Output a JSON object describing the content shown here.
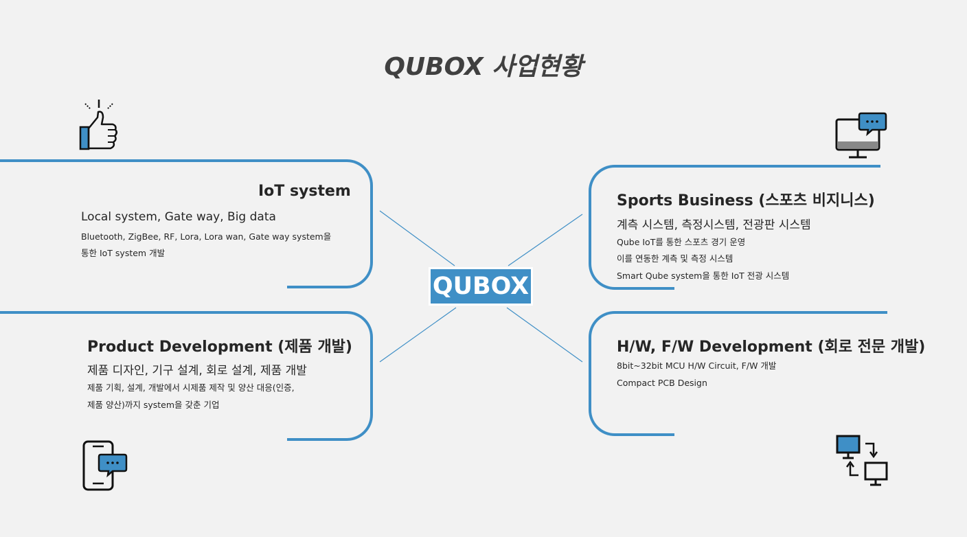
{
  "title": "QUBOX 사업현황",
  "center_label": "QUBOX",
  "iot": {
    "heading": "IoT system",
    "summary": "Local system, Gate way, Big data",
    "details": [
      "Bluetooth, ZigBee, RF, Lora, Lora wan, Gate way system을",
      "통한 IoT system 개발"
    ]
  },
  "product": {
    "heading": "Product Development (제품 개발)",
    "summary": "제품 디자인, 기구 설계, 회로 설계, 제품 개발",
    "details": [
      "제품 기획, 설계, 개발에서 시제품 제작 및 양산 대응(인증,",
      "제품 양산)까지 system을 갖춘 기업"
    ]
  },
  "sports": {
    "heading": "Sports Business (스포츠 비지니스)",
    "summary": "계측 시스템, 측정시스템, 전광판 시스템",
    "details": [
      "Qube IoT를 통한 스포츠 경기 운영",
      "이를 연동한 계측 및 측정 시스템",
      "Smart Qube system을 통한 IoT 전광 시스템"
    ]
  },
  "hw": {
    "heading": "H/W, F/W Development (회로 전문 개발)",
    "details": [
      "8bit~32bit MCU H/W Circuit, F/W 개발",
      "Compact PCB Design"
    ]
  },
  "icons": [
    "thumbs-up-icon",
    "monitor-chat-icon",
    "phone-chat-icon",
    "device-sync-icon"
  ],
  "colors": {
    "accent": "#3f8fc6",
    "background": "#f2f2f2",
    "text": "#262626"
  }
}
